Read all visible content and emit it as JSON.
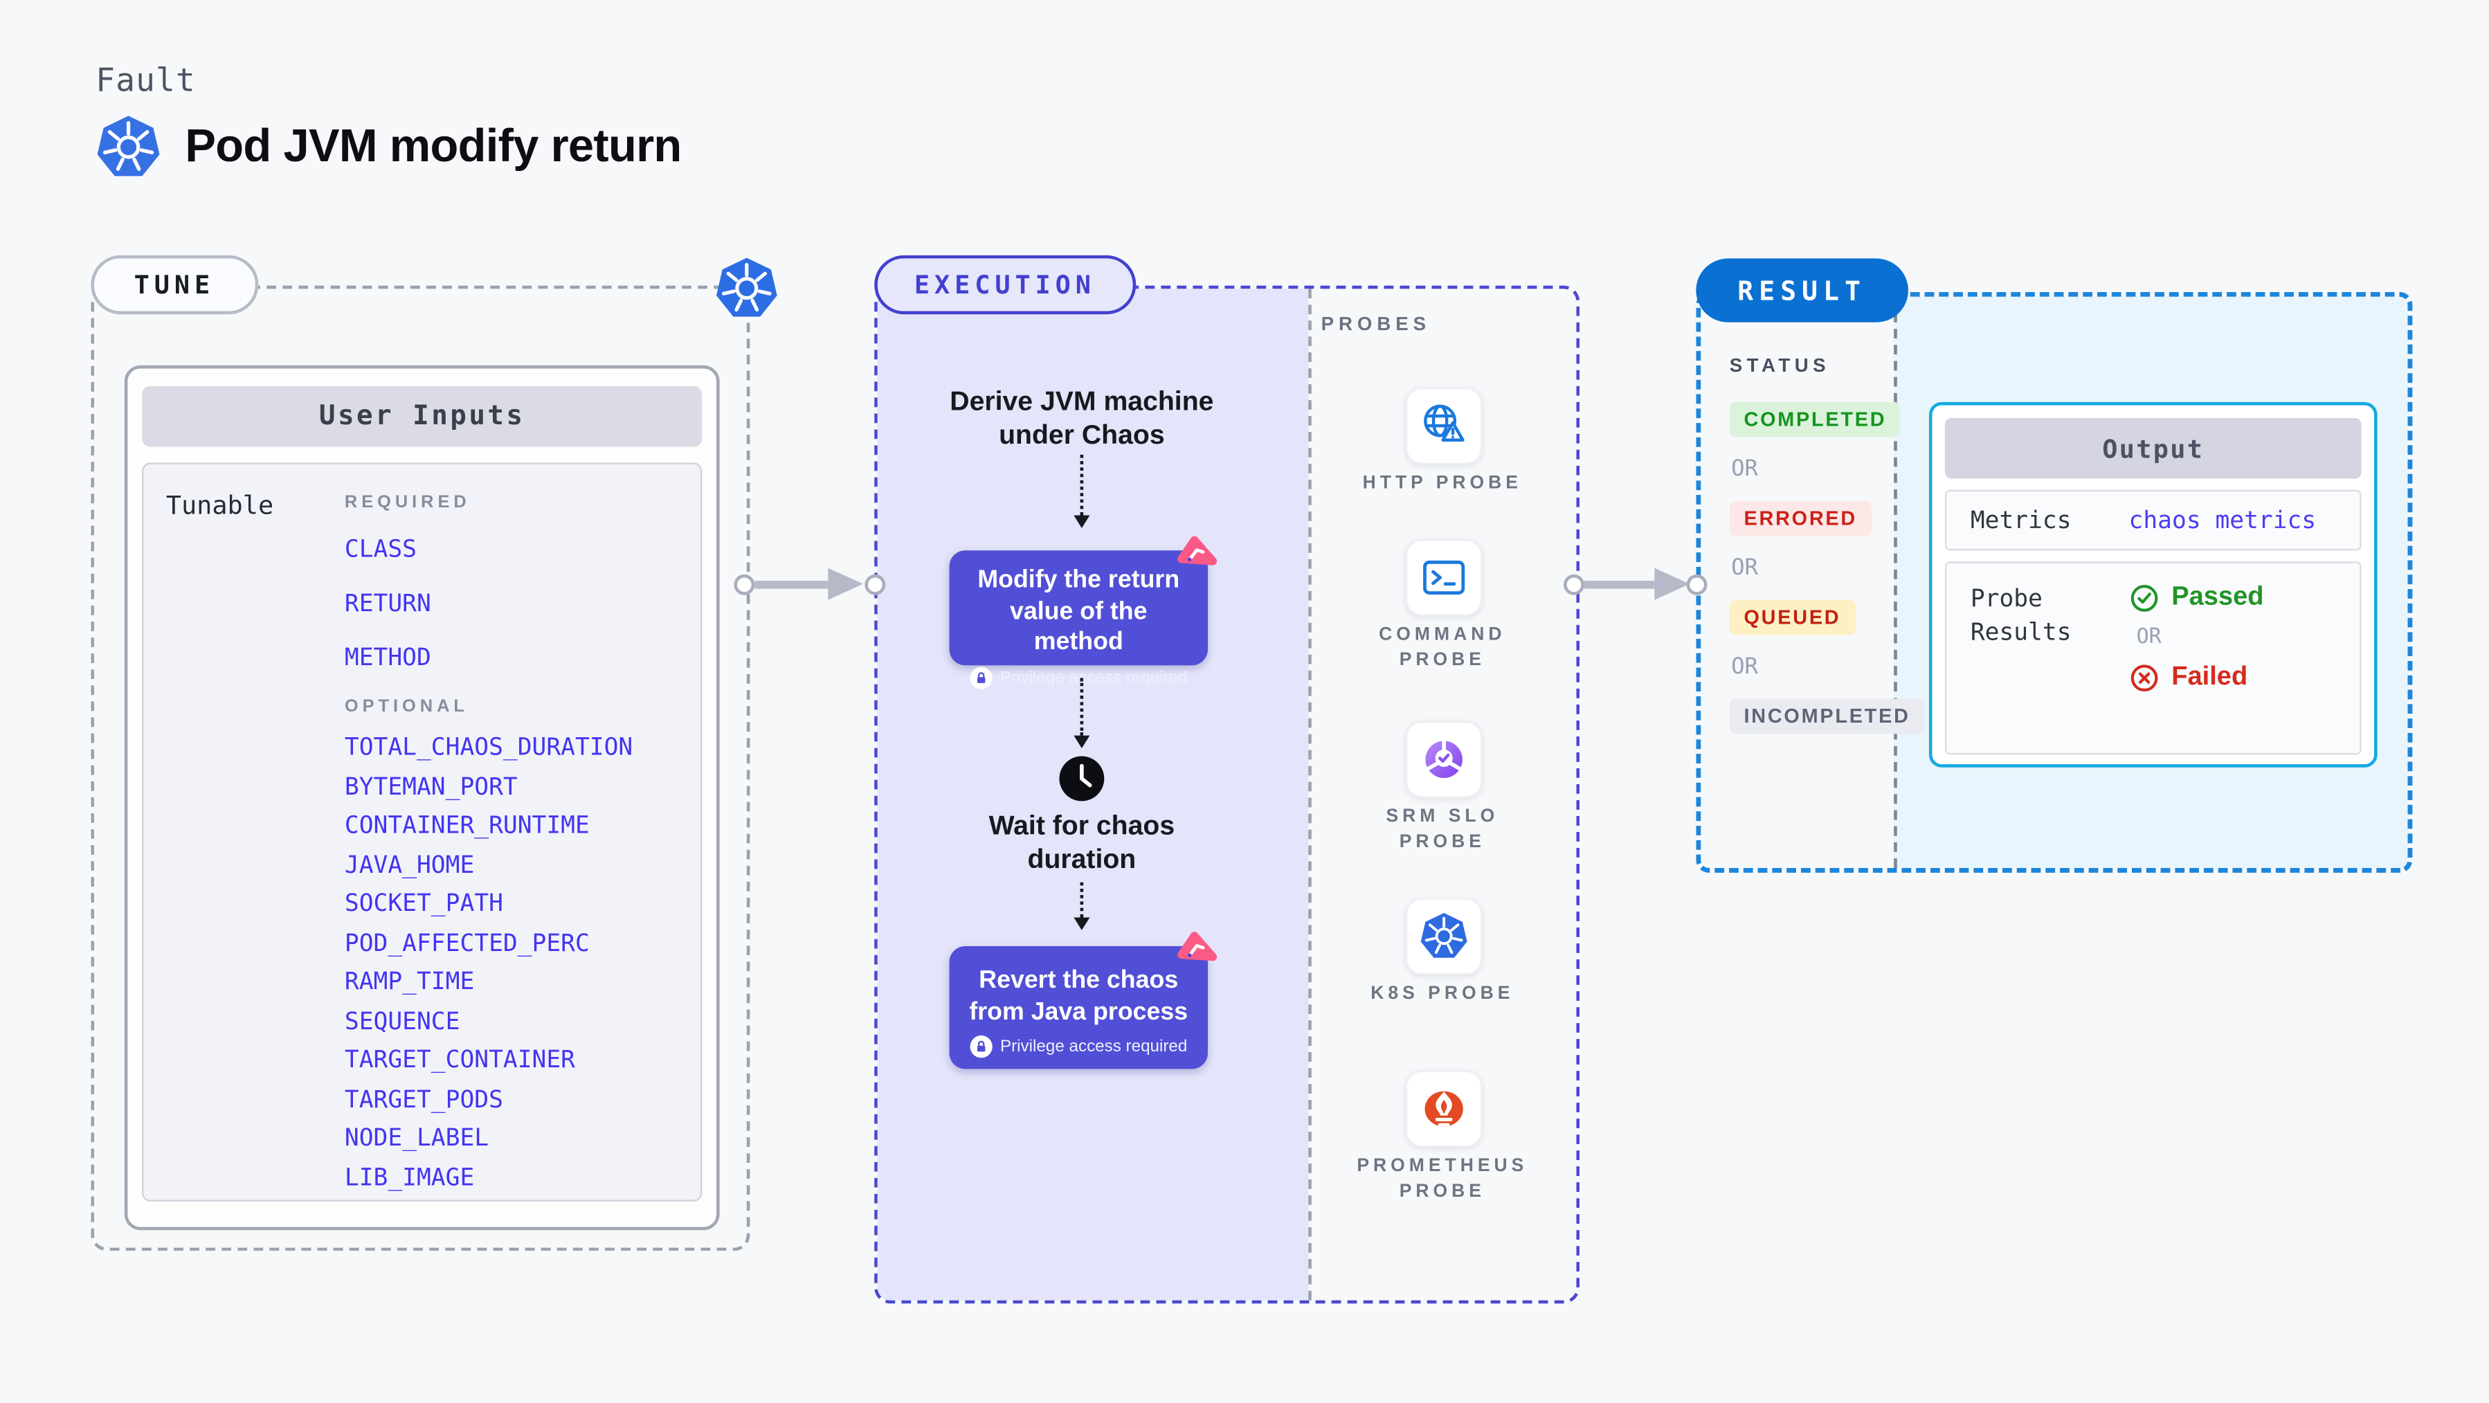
{
  "page": {
    "kicker": "Fault",
    "title": "Pod JVM modify return"
  },
  "tune": {
    "badge": "TUNE",
    "card_title": "User Inputs",
    "row_label": "Tunable",
    "required_label": "REQUIRED",
    "required_items": [
      "CLASS",
      "RETURN",
      "METHOD"
    ],
    "optional_label": "OPTIONAL",
    "optional_items": [
      "TOTAL_CHAOS_DURATION",
      "BYTEMAN_PORT",
      "CONTAINER_RUNTIME",
      "JAVA_HOME",
      "SOCKET_PATH",
      "POD_AFFECTED_PERC",
      "RAMP_TIME",
      "SEQUENCE",
      "TARGET_CONTAINER",
      "TARGET_PODS",
      "NODE_LABEL",
      "LIB_IMAGE"
    ],
    "corner_icon": "kubernetes-icon"
  },
  "execution": {
    "badge": "EXECUTION",
    "derive_step": "Derive JVM machine under Chaos",
    "modify_step": "Modify the return value of the method",
    "wait_step": "Wait for chaos duration",
    "revert_step": "Revert the chaos from Java process",
    "privilege_label": "Privilege access required",
    "step_icons": [
      "litmus-chaos-icon",
      "clock-icon",
      "lock-icon"
    ],
    "probes": {
      "label": "PROBES",
      "items": [
        {
          "label": "HTTP PROBE",
          "icon": "globe-warning-icon"
        },
        {
          "label": "COMMAND PROBE",
          "icon": "terminal-icon"
        },
        {
          "label": "SRM SLO PROBE",
          "icon": "slo-pie-check-icon"
        },
        {
          "label": "K8S PROBE",
          "icon": "kubernetes-icon"
        },
        {
          "label": "PROMETHEUS PROBE",
          "icon": "prometheus-flame-icon"
        }
      ]
    }
  },
  "result": {
    "badge": "RESULT",
    "status": {
      "label": "STATUS",
      "or_label": "OR",
      "badges": [
        {
          "label": "COMPLETED",
          "bg": "#dcf3db",
          "color": "#15941f"
        },
        {
          "label": "ERRORED",
          "bg": "#fbe8e7",
          "color": "#cb221a"
        },
        {
          "label": "QUEUED",
          "bg": "#fcf0c4",
          "color": "#c31f12"
        },
        {
          "label": "INCOMPLETED",
          "bg": "#e9ebf1",
          "color": "#5d6475"
        }
      ]
    },
    "output": {
      "title": "Output",
      "metrics_label": "Metrics",
      "metrics_value": "chaos metrics",
      "probe_results_label": "Probe Results",
      "passed_label": "Passed",
      "or_label": "OR",
      "failed_label": "Failed",
      "passed_icon": "check-circle-icon",
      "failed_icon": "x-circle-icon"
    }
  },
  "colors": {
    "page_bg": "#f6f8fa",
    "k8s_blue": "#3671e4",
    "exec_purple_fill": "#e4e4fa",
    "exec_border": "#4b48d2",
    "step_box": "#514fd6",
    "litmus_pink": "#fb5a87",
    "result_border": "#1d86da",
    "result_badge_bg": "#0a70d2",
    "result_fill": "#e8f5fd",
    "output_border": "#14a9df",
    "param_blue": "#4335f0",
    "passed_green": "#219427",
    "failed_red": "#d52a1d",
    "arrow_gray": "#b6b9c7",
    "probe_icon_blue": "#1b79dc"
  }
}
